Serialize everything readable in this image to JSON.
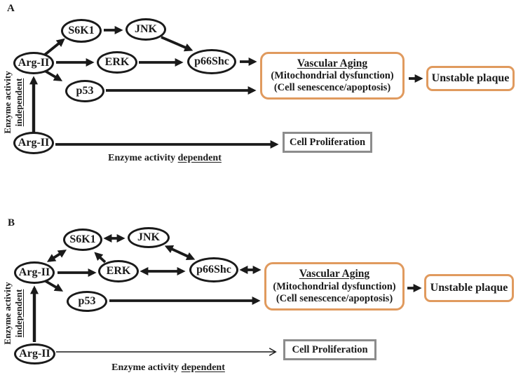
{
  "colors": {
    "accent_orange": "#E09A5E",
    "box_gray": "#8C8C8C",
    "ink": "#1A1A1A"
  },
  "panel_a": {
    "label": "A",
    "nodes": {
      "s6k1": "S6K1",
      "jnk": "JNK",
      "arg2_top": "Arg-II",
      "erk": "ERK",
      "p66shc": "p66Shc",
      "p53": "p53",
      "arg2_bottom": "Arg-II"
    },
    "vascular_aging_box": {
      "title": "Vascular Aging",
      "line2": "(Mitochondrial dysfunction)",
      "line3": "(Cell senescence/apoptosis)"
    },
    "unstable_plaque_box": {
      "label": "Unstable plaque"
    },
    "cell_proliferation_box": {
      "label": "Cell Proliferation"
    },
    "axis_labels": {
      "independent_line1": "Enzyme activity",
      "independent_line2": "independent",
      "dependent_prefix": "Enzyme activity ",
      "dependent_word": "dependent"
    },
    "edges": [
      "Arg-II -> S6K1",
      "S6K1 -> JNK",
      "JNK -> p66Shc",
      "Arg-II -> ERK",
      "ERK -> p66Shc",
      "p66Shc -> Vascular Aging",
      "Arg-II -> p53",
      "p53 -> Vascular Aging",
      "Arg-II (bottom) -> Arg-II (top)",
      "Arg-II (bottom) -> Cell Proliferation (thick)",
      "Vascular Aging -> Unstable plaque"
    ]
  },
  "panel_b": {
    "label": "B",
    "nodes": {
      "s6k1": "S6K1",
      "jnk": "JNK",
      "arg2_top": "Arg-II",
      "erk": "ERK",
      "p66shc": "p66Shc",
      "p53": "p53",
      "arg2_bottom": "Arg-II"
    },
    "vascular_aging_box": {
      "title": "Vascular Aging",
      "line2": "(Mitochondrial dysfunction)",
      "line3": "(Cell senescence/apoptosis)"
    },
    "unstable_plaque_box": {
      "label": "Unstable plaque"
    },
    "cell_proliferation_box": {
      "label": "Cell Proliferation"
    },
    "axis_labels": {
      "independent_line1": "Enzyme activity",
      "independent_line2": "independent",
      "dependent_prefix": "Enzyme activity ",
      "dependent_word": "dependent"
    },
    "edges": [
      "Arg-II <-> S6K1",
      "S6K1 <-> JNK",
      "JNK <-> p66Shc",
      "ERK -> S6K1",
      "Arg-II -> ERK",
      "ERK <-> p66Shc",
      "p66Shc <-> Vascular Aging",
      "Arg-II -> p53",
      "p53 -> Vascular Aging",
      "Arg-II (bottom) -> Arg-II (top)",
      "Arg-II (bottom) -> Cell Proliferation (thin)",
      "Vascular Aging -> Unstable plaque"
    ]
  }
}
